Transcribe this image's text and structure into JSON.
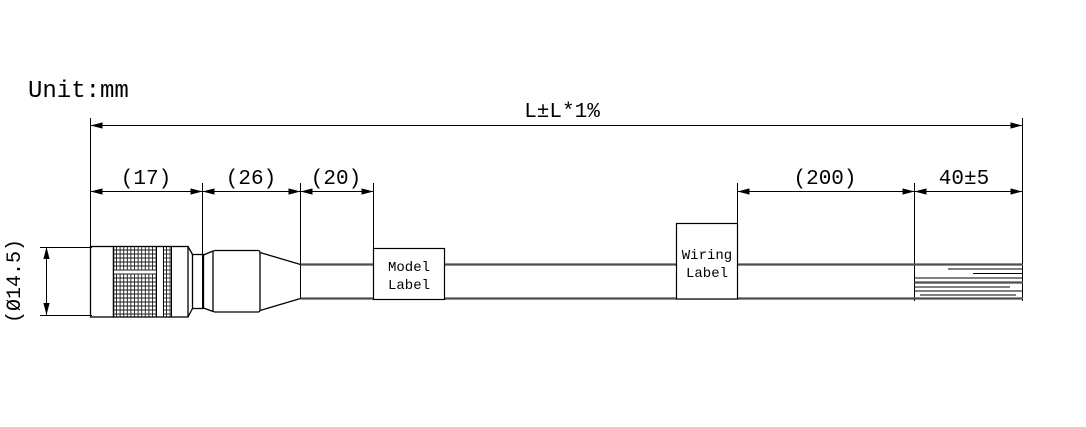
{
  "drawing": {
    "unit_label": "Unit:mm",
    "dimensions": {
      "overall_length": "L±L*1%",
      "connector_front": "(17)",
      "connector_boot": "(26)",
      "boot_to_model_label": "(20)",
      "wiring_label_to_strip": "(200)",
      "strip_length": "40±5",
      "connector_diameter": "(Ø14.5)"
    },
    "labels": {
      "model": {
        "line1": "Model",
        "line2": "Label"
      },
      "wiring": {
        "line1": "Wiring",
        "line2": "Label"
      }
    },
    "colors": {
      "line": "#000000",
      "cable_line": "#4d4d4d",
      "background": "#ffffff"
    }
  }
}
